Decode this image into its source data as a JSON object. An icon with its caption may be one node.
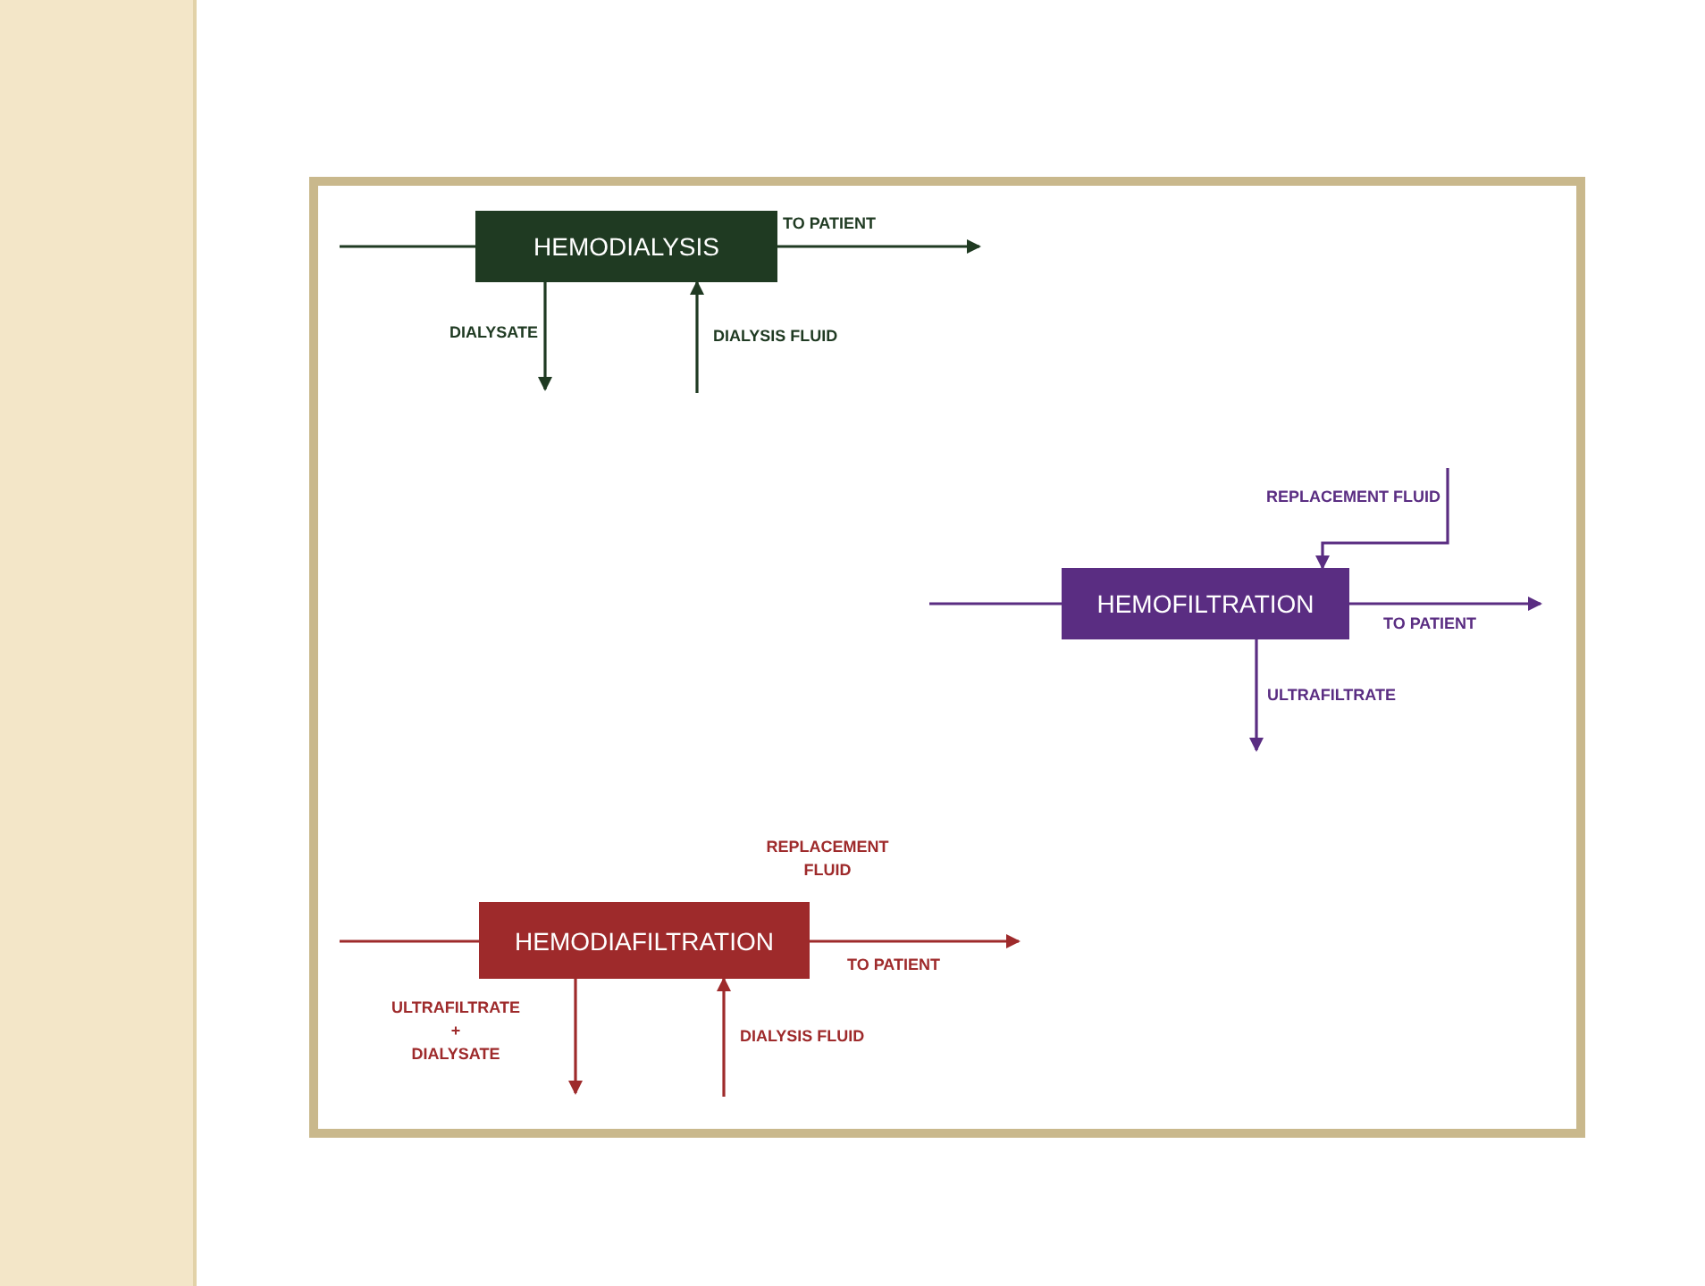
{
  "diagram": {
    "nodes": [
      {
        "text": [
          "HEMODIALYSIS"
        ]
      },
      {
        "text": [
          "HEMOFILTRATION"
        ]
      },
      {
        "text": [
          "HEMODIAFILTRATION"
        ]
      }
    ],
    "edges": [
      {
        "from": null,
        "to": 0,
        "arrow": "none",
        "color": "#1f3a22"
      },
      {
        "from": 0,
        "to": null,
        "arrow": "to",
        "label": "TO PATIENT",
        "color": "#1f3a22"
      },
      {
        "from": 0,
        "to": null,
        "arrow": "to",
        "label": "DIALYSATE",
        "color": "#1f3a22"
      },
      {
        "from": null,
        "to": 0,
        "arrow": "to",
        "label": "DIALYSIS FLUID",
        "color": "#1f3a22"
      },
      {
        "from": null,
        "to": 1,
        "arrow": "none",
        "color": "#5a2d82"
      },
      {
        "from": null,
        "to": 1,
        "arrow": "to",
        "label": "REPLACEMENT FLUID",
        "color": "#5a2d82"
      },
      {
        "from": 1,
        "to": null,
        "arrow": "to",
        "label": "TO PATIENT",
        "color": "#5a2d82"
      },
      {
        "from": 1,
        "to": null,
        "arrow": "to",
        "label": "ULTRAFILTRATE",
        "color": "#5a2d82"
      },
      {
        "from": null,
        "to": 2,
        "arrow": "none",
        "color": "#9e2a2b"
      },
      {
        "from": 2,
        "to": null,
        "arrow": "to",
        "label": "TO PATIENT",
        "color": "#9e2a2b"
      },
      {
        "from": 2,
        "to": null,
        "arrow": "to",
        "label": "ULTRAFILTRATE + DIALYSATE",
        "color": "#9e2a2b"
      },
      {
        "from": null,
        "to": 2,
        "arrow": "to",
        "label": "DIALYSIS FLUID",
        "color": "#9e2a2b"
      }
    ],
    "labels": [
      "REPLACEMENT FLUID"
    ]
  }
}
